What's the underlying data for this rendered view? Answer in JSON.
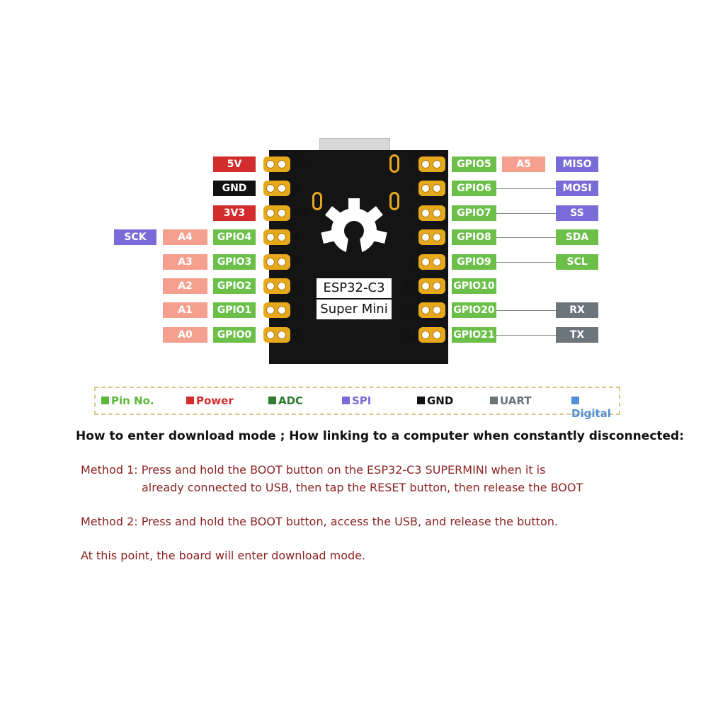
{
  "board": {
    "name_line1": "ESP32-C3",
    "name_line2": "Super Mini"
  },
  "left_pins": [
    {
      "num": "5V",
      "labels": [
        {
          "text": "5V",
          "cls": "power"
        }
      ]
    },
    {
      "num": "G",
      "labels": [
        {
          "text": "GND",
          "cls": "gnd"
        }
      ]
    },
    {
      "num": "3.3",
      "labels": [
        {
          "text": "3V3",
          "cls": "power"
        }
      ]
    },
    {
      "num": "4",
      "labels": [
        {
          "text": "GPIO4",
          "cls": "pin"
        },
        {
          "text": "A4",
          "cls": "adc"
        },
        {
          "text": "SCK",
          "cls": "spi"
        }
      ]
    },
    {
      "num": "3",
      "labels": [
        {
          "text": "GPIO3",
          "cls": "pin"
        },
        {
          "text": "A3",
          "cls": "adc"
        }
      ]
    },
    {
      "num": "2",
      "labels": [
        {
          "text": "GPIO2",
          "cls": "pin"
        },
        {
          "text": "A2",
          "cls": "adc"
        }
      ]
    },
    {
      "num": "1",
      "labels": [
        {
          "text": "GPIO1",
          "cls": "pin"
        },
        {
          "text": "A1",
          "cls": "adc"
        }
      ]
    },
    {
      "num": "0",
      "labels": [
        {
          "text": "GPIO0",
          "cls": "pin"
        },
        {
          "text": "A0",
          "cls": "adc"
        }
      ]
    }
  ],
  "right_pins": [
    {
      "num": "5",
      "gpio": "GPIO5",
      "adc": "A5",
      "func": {
        "text": "MISO",
        "cls": "spi"
      }
    },
    {
      "num": "6",
      "gpio": "GPIO6",
      "func": {
        "text": "MOSI",
        "cls": "spi"
      }
    },
    {
      "num": "7",
      "gpio": "GPIO7",
      "func": {
        "text": "SS",
        "cls": "spi"
      }
    },
    {
      "num": "8",
      "gpio": "GPIO8",
      "func": {
        "text": "SDA",
        "cls": "pin"
      }
    },
    {
      "num": "9",
      "gpio": "GPIO9",
      "func": {
        "text": "SCL",
        "cls": "pin"
      }
    },
    {
      "num": "10",
      "gpio": "GPIO10"
    },
    {
      "num": "20",
      "gpio": "GPIO20",
      "func": {
        "text": "RX",
        "cls": "uart"
      }
    },
    {
      "num": "21",
      "gpio": "GPIO21",
      "func": {
        "text": "TX",
        "cls": "uart"
      }
    }
  ],
  "legend": [
    {
      "label": "Pin No.",
      "color": "#5cb83a"
    },
    {
      "label": "Power",
      "color": "#d32c2c"
    },
    {
      "label": "ADC",
      "color": "#2e7d32"
    },
    {
      "label": "SPI",
      "color": "#7a6cd8"
    },
    {
      "label": "GND",
      "color": "#111111"
    },
    {
      "label": "UART",
      "color": "#6c747c"
    },
    {
      "label": "Digital",
      "color": "#4f8fd6"
    }
  ],
  "instructions": {
    "heading": "How to enter download mode ;  How linking to a computer when constantly disconnected:",
    "method1_line1": "Method 1: Press and hold the BOOT button on the ESP32-C3 SUPERMINI when it is",
    "method1_line2": "already connected to USB, then tap the RESET button, then release the BOOT",
    "method2": "Method 2: Press and hold the BOOT button, access the USB, and release the button.",
    "conclusion": "At this point, the board will enter download mode."
  }
}
